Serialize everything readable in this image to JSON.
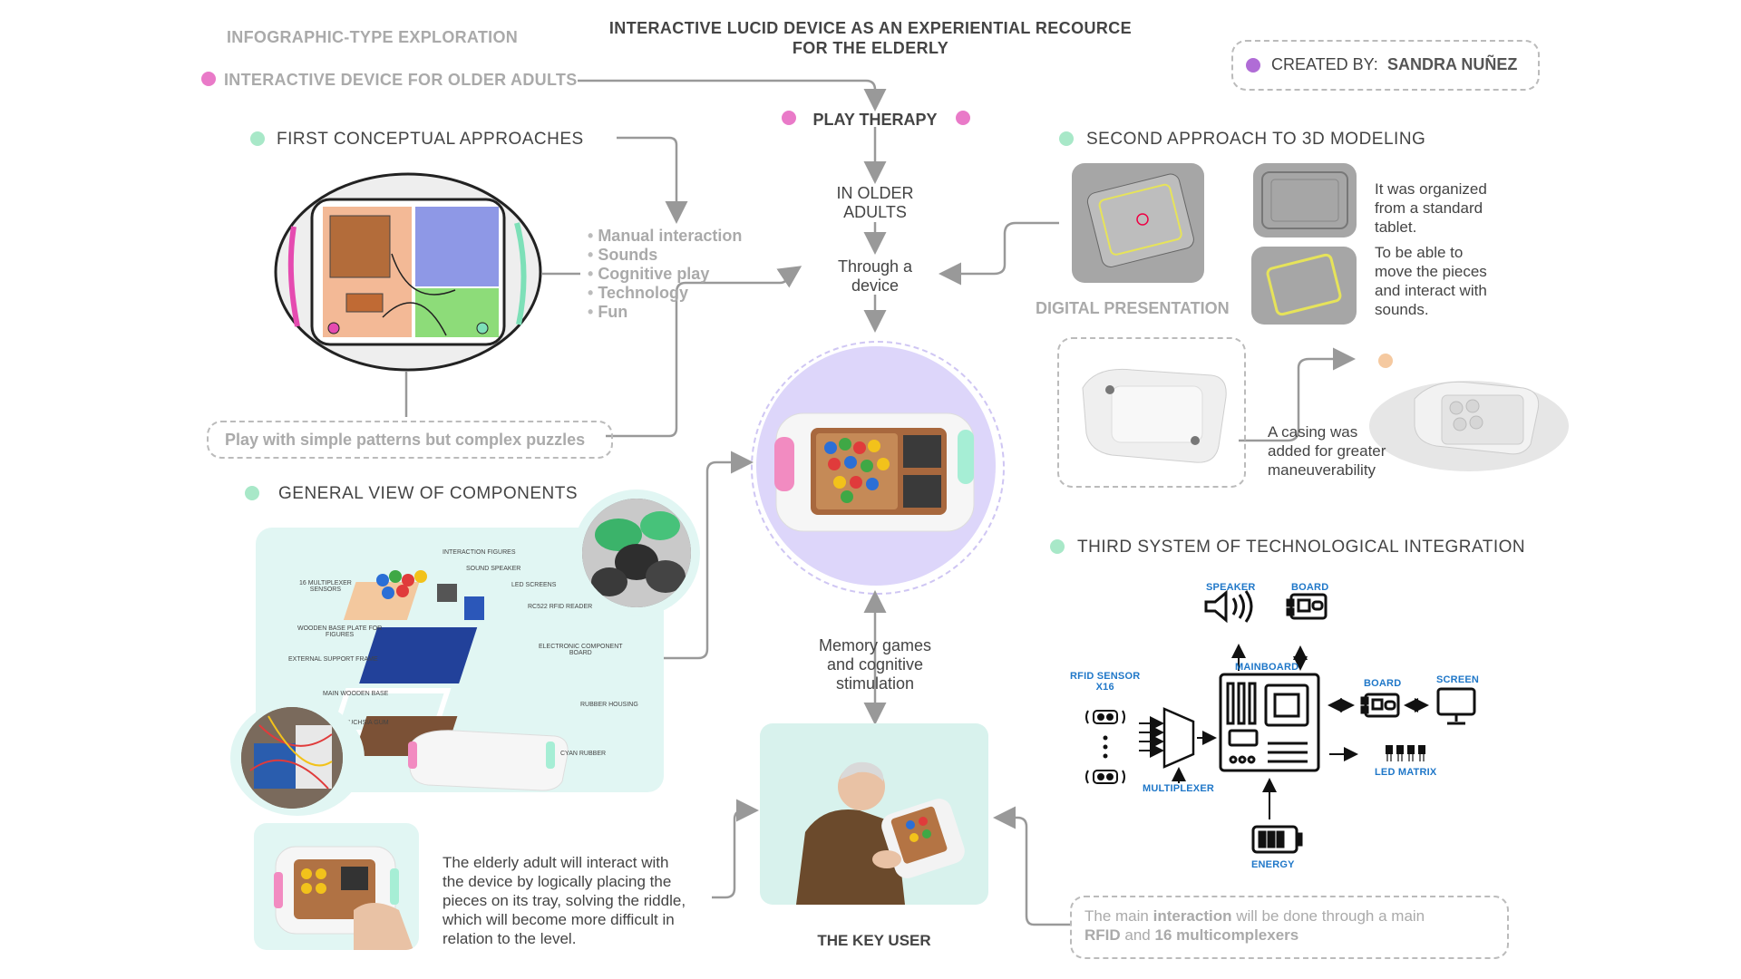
{
  "header": {
    "left_title": "INFOGRAPHIC-TYPE EXPLORATION",
    "center_title_line1": "INTERACTIVE LUCID DEVICE AS AN EXPERIENTIAL RECOURCE",
    "center_title_line2": "FOR THE ELDERLY",
    "created_by_label": "CREATED BY:",
    "created_by_name": "SANDRA NUÑEZ",
    "subtitle": "INTERACTIVE DEVICE FOR OLDER ADULTS"
  },
  "flow": {
    "play_therapy": "PLAY THERAPY",
    "older_adults_l1": "IN OLDER",
    "older_adults_l2": "ADULTS",
    "through_l1": "Through a",
    "through_l2": "device",
    "memory_l1": "Memory games",
    "memory_l2": "and cognitive",
    "memory_l3": "stimulation",
    "key_user": "THE KEY USER"
  },
  "first": {
    "heading": "FIRST CONCEPTUAL APPROACHES",
    "features": [
      "Manual interaction",
      "Sounds",
      "Cognitive play",
      "Technology",
      "Fun"
    ],
    "pattern_note": "Play with simple patterns but complex puzzles"
  },
  "second": {
    "heading": "SECOND APPROACH TO 3D MODELING",
    "digital_label": "DIGITAL PRESENTATION",
    "note1_l1": "It was organized",
    "note1_l2": "from a standard",
    "note1_l3": "tablet.",
    "note2_l1": "To be able to",
    "note2_l2": "move the pieces",
    "note2_l3": "and interact with",
    "note2_l4": "sounds.",
    "casing_l1": "A casing was",
    "casing_l2": "added for greater",
    "casing_l3": "maneuverability"
  },
  "components": {
    "heading": "GENERAL VIEW OF COMPONENTS",
    "labels": {
      "interaction_figures": "INTERACTION FIGURES",
      "sound_speaker": "SOUND SPEAKER",
      "multiplexer": "16 MULTIPLEXER",
      "sensors": "SENSORS",
      "led_screens": "LED SCREENS",
      "rfid_reader": "RC522 RFID READER",
      "wooden_plate_l1": "WOODEN BASE PLATE FOR",
      "wooden_plate_l2": "FIGURES",
      "electronic_l1": "ELECTRONIC COMPONENT",
      "electronic_l2": "BOARD",
      "support_frame": "EXTERNAL SUPPORT FRAME",
      "main_wooden": "MAIN WOODEN BASE",
      "rubber_housing": "RUBBER HOUSING",
      "fuchsia_gum": "FUCHSIA GUM",
      "cyan_rubber": "CYAN RUBBER"
    },
    "user_text_l1": "The elderly adult will interact with",
    "user_text_l2": "the device by logically placing the",
    "user_text_l3": "pieces on its tray, solving the riddle,",
    "user_text_l4": "which will become more difficult in",
    "user_text_l5": "relation to the level."
  },
  "third": {
    "heading": "THIRD SYSTEM OF TECHNOLOGICAL INTEGRATION",
    "speaker": "SPEAKER",
    "board_top": "BOARD",
    "rfid_l1": "RFID SENSOR",
    "rfid_l2": "X16",
    "mainboard": "MAINBOARD",
    "board_right": "BOARD",
    "screen": "SCREEN",
    "multiplexer": "MULTIPLEXER",
    "led_matrix": "LED MATRIX",
    "energy": "ENERGY",
    "note_p1": "The main ",
    "note_b1": "interaction",
    "note_p2": " will be done through a main",
    "note_b2": "RFID",
    "note_p3": " and ",
    "note_b3": "16 multicomplexers"
  },
  "colors": {
    "pink": "#e97ac8",
    "mint": "#a8e8c8",
    "purple": "#b06cd6",
    "lavender": "#ddd6fa",
    "teal_bg": "#e1f6f3",
    "blue": "#1f77c8"
  }
}
